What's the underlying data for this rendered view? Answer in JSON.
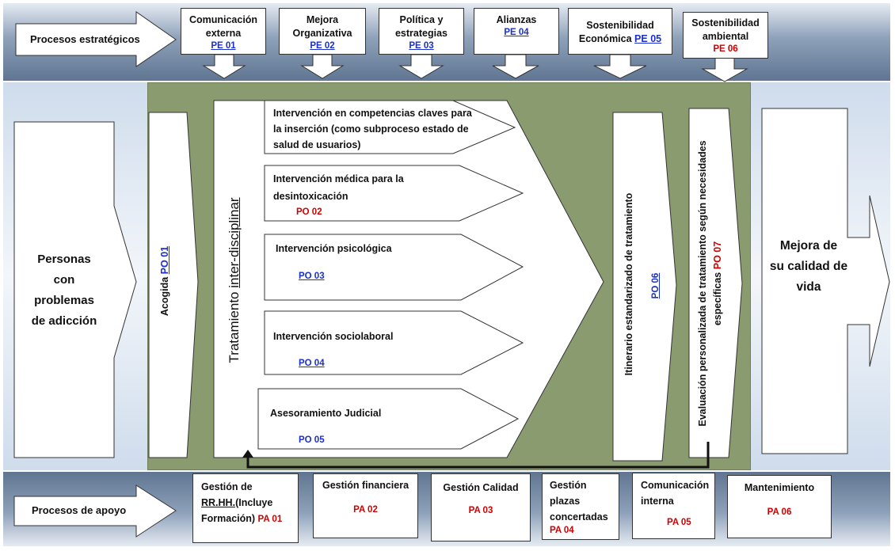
{
  "strategic": {
    "label": "Procesos estratégicos",
    "items": [
      {
        "title_l1": "Comunicación",
        "title_l2": "externa",
        "code": "PE 01"
      },
      {
        "title_l1": "Mejora",
        "title_l2": "Organizativa",
        "code": "PE 02"
      },
      {
        "title_l1": "Política y",
        "title_l2": "estrategias",
        "code": "PE 03"
      },
      {
        "title_l1": "Alianzas",
        "title_l2": "",
        "code": "PE 04"
      },
      {
        "title_l1": "Sostenibilidad",
        "title_l2": "Económica",
        "code": "PE 05"
      },
      {
        "title_l1": "Sostenibilidad",
        "title_l2": "ambiental",
        "code": "PE 06"
      }
    ]
  },
  "input": {
    "l1": "Personas",
    "l2": "con",
    "l3": "problemas",
    "l4": "de adicción"
  },
  "output": {
    "l1": "Mejora de",
    "l2": "su calidad de",
    "l3": "vida"
  },
  "acogida": {
    "label": "Acogida",
    "code": "PO 01"
  },
  "tratamiento": {
    "label_a": "Tratamiento ",
    "label_b": "inter-disciplinar"
  },
  "interventions": [
    {
      "l1": "Intervención en competencias claves para",
      "l2": "la inserción (como subproceso estado de",
      "l3": "salud de usuarios)",
      "code": ""
    },
    {
      "l1": "Intervención médica para la",
      "l2": "desintoxicación",
      "l3": "",
      "code": "PO 02"
    },
    {
      "l1": "Intervención psicológica",
      "l2": "",
      "l3": "",
      "code": "PO 03"
    },
    {
      "l1": "Intervención sociolaboral",
      "l2": "",
      "l3": "",
      "code": "PO 04"
    },
    {
      "l1": "Asesoramiento Judicial",
      "l2": "",
      "l3": "",
      "code": "PO 05"
    }
  ],
  "itinerario": {
    "label": "Itinerario estandarizado de tratamiento",
    "code": "PO 06"
  },
  "evaluacion": {
    "l1": "Evaluación personalizada de tratamiento según necesidades",
    "l2": "específicas",
    "code": "PO 07"
  },
  "support": {
    "label": "Procesos de apoyo",
    "items": [
      {
        "l1": "Gestión de",
        "l2a": "RR.HH.",
        "l2b": "(Incluye",
        "l3": "Formación)",
        "code": "PA 01"
      },
      {
        "l1": "Gestión financiera",
        "code": "PA 02"
      },
      {
        "l1": "Gestión Calidad",
        "code": "PA 03"
      },
      {
        "l1": "Gestión",
        "l2": "plazas",
        "l3": "concertadas",
        "code": "PA 04"
      },
      {
        "l1": "Comunicación",
        "l2": "interna",
        "code": "PA 05"
      },
      {
        "l1": "Mantenimiento",
        "code": "PA 06"
      }
    ]
  }
}
